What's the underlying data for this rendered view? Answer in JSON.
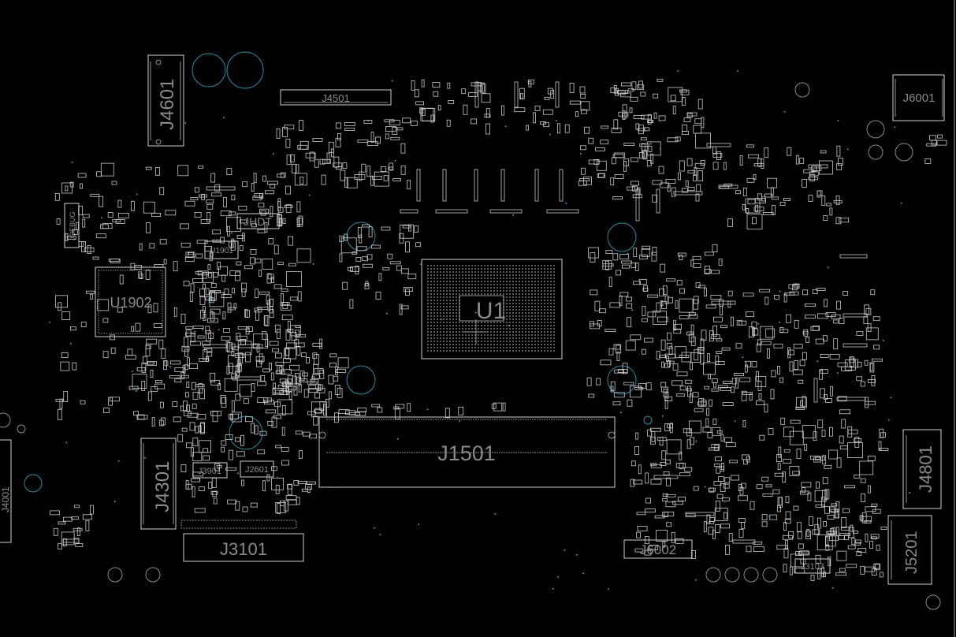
{
  "connectors": {
    "j4601": "J4601",
    "j4501": "J4501",
    "j6001": "J6001",
    "jdebug": "JDEBUG",
    "jhdt": "JHDT",
    "j1501": "J1501",
    "j4301": "J4301",
    "j3901": "J3901",
    "j2601": "J2601",
    "j3101": "J3101",
    "j4001": "J4001",
    "j4801": "J4801",
    "j5201": "J5201",
    "j6002": "J6002",
    "j3103": "J3103"
  },
  "chips": {
    "u1": "U1",
    "u1902": "U1902",
    "u1901": "U1901"
  },
  "colors": {
    "background": "#000000",
    "outline": "#d0d0d0",
    "label": "#8a8a8a",
    "mounting_hole": "#1e8fa6"
  }
}
